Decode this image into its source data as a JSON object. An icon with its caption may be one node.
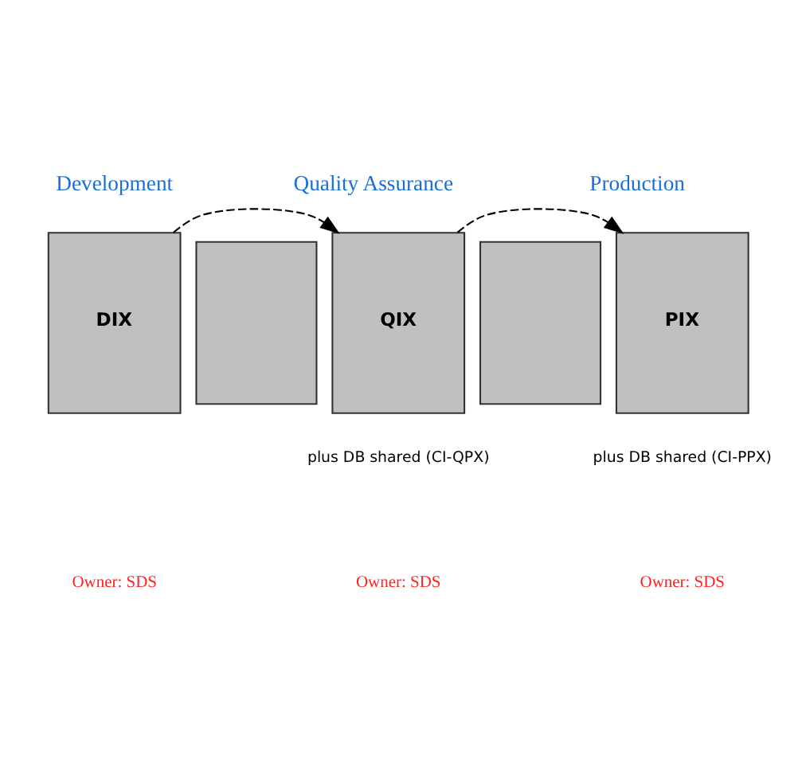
{
  "diagram": {
    "nodes": [
      {
        "text": [
          "DIX"
        ]
      },
      {
        "text": [],
        "shape": "box"
      },
      {
        "text": [
          "QIX"
        ],
        "beside": [
          "plus DB shared (CI-QPX)"
        ]
      },
      {
        "text": [],
        "shape": "box"
      },
      {
        "text": [
          "PIX"
        ],
        "beside": [
          "plus DB shared (CI-PPX)"
        ]
      }
    ],
    "edges": [
      {
        "from": 0,
        "to": 2,
        "arrow": "to",
        "style": "dashed"
      },
      {
        "from": 2,
        "to": 4,
        "arrow": "to",
        "style": "dashed"
      }
    ],
    "labels": [
      "Development",
      "Quality Assurance",
      "Production",
      "Owner: SDS",
      "Owner: SDS",
      "Owner: SDS"
    ]
  }
}
